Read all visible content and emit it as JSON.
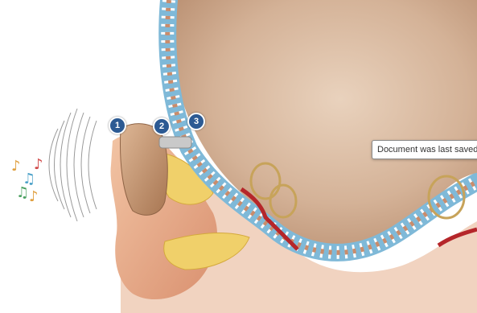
{
  "markers": [
    {
      "label": "1"
    },
    {
      "label": "2"
    },
    {
      "label": "3"
    }
  ],
  "tooltip": {
    "text": "Document was last saved"
  },
  "icons": [
    "music-notes-icon"
  ],
  "colors": {
    "marker": "#2c5a93",
    "coil": "#7fb9d8",
    "skin": "#e8b08c",
    "hearing_aid": "#c89a76",
    "cavity": "#d7b89a"
  }
}
